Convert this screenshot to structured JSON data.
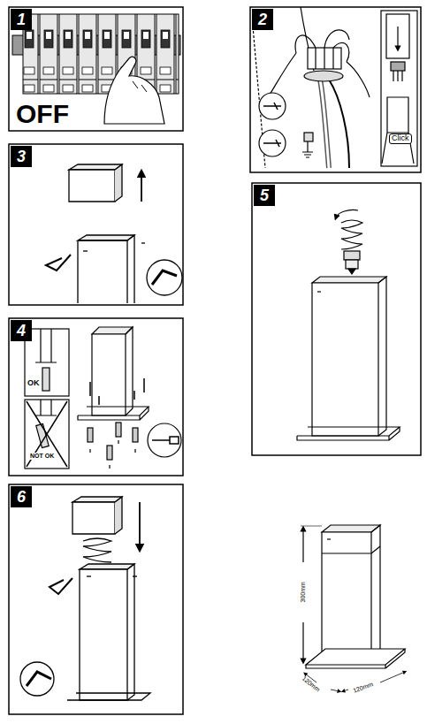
{
  "diagram": {
    "nodes": [
      {
        "text": [
          "1"
        ]
      },
      {
        "text": [
          "2"
        ]
      },
      {
        "text": [
          "3"
        ]
      },
      {
        "text": [
          "4"
        ]
      },
      {
        "text": [
          "5"
        ]
      },
      {
        "text": [
          "6"
        ]
      }
    ],
    "labels": [
      "OFF",
      "Click",
      "OK",
      "NOT OK",
      "300mm",
      "120mm",
      "120mm"
    ]
  }
}
